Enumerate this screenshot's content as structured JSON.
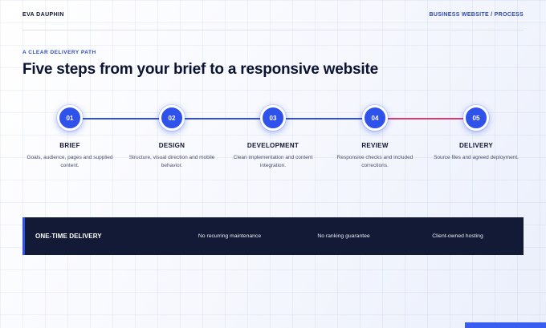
{
  "header": {
    "brand": "EVA DAUPHIN",
    "breadcrumb": "BUSINESS WEBSITE / PROCESS"
  },
  "hero": {
    "eyebrow": "A CLEAR DELIVERY PATH",
    "title": "Five steps from your brief to a responsive website"
  },
  "steps": [
    {
      "number": "01",
      "label": "BRIEF",
      "description": "Goals, audience, pages and supplied content."
    },
    {
      "number": "02",
      "label": "DESIGN",
      "description": "Structure, visual direction and mobile behavior."
    },
    {
      "number": "03",
      "label": "DEVELOPMENT",
      "description": "Clean implementation and content integration."
    },
    {
      "number": "04",
      "label": "REVIEW",
      "description": "Responsive checks and included corrections."
    },
    {
      "number": "05",
      "label": "DELIVERY",
      "description": "Source files and agreed deployment."
    }
  ],
  "banner": {
    "title": "ONE-TIME DELIVERY",
    "items": [
      "No recurring maintenance",
      "No ranking guarantee",
      "Client-owned hosting"
    ]
  },
  "colors": {
    "accent": "#2f52ea",
    "connector_blue": "#2e4fe0",
    "connector_pink": "#e0386f",
    "banner_bg": "#121a35"
  }
}
